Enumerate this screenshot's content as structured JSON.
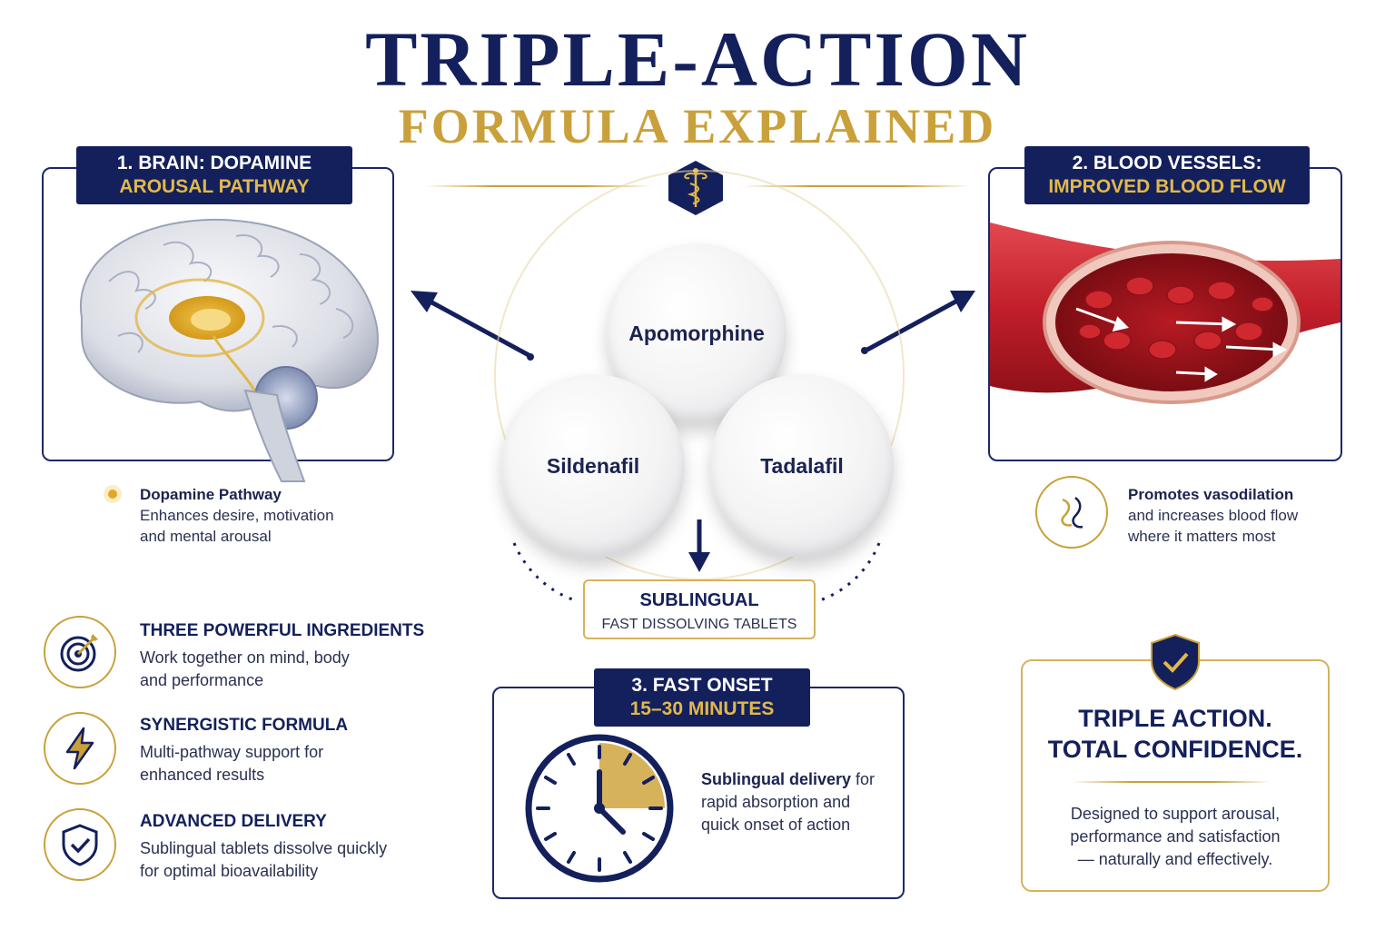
{
  "header": {
    "title": "TRIPLE-ACTION",
    "subtitle": "FORMULA EXPLAINED"
  },
  "brain": {
    "label_line1": "1. BRAIN: DOPAMINE",
    "label_line2": "AROUSAL PATHWAY",
    "note_title": "Dopamine Pathway",
    "note_line1": "Enhances desire, motivation",
    "note_line2": "and mental arousal"
  },
  "blood": {
    "label_line1": "2. BLOOD VESSELS:",
    "label_line2": "IMPROVED BLOOD FLOW",
    "note_title": "Promotes vasodilation",
    "note_line1": "and increases blood flow",
    "note_line2": "where it matters most"
  },
  "pills": {
    "top": "Apomorphine",
    "left": "Sildenafil",
    "right": "Tadalafil"
  },
  "sublingual": {
    "title": "SUBLINGUAL",
    "subtitle": "FAST DISSOLVING TABLETS"
  },
  "features": [
    {
      "title": "THREE POWERFUL INGREDIENTS",
      "line1": "Work together on mind, body",
      "line2": "and performance",
      "icon": "target-icon"
    },
    {
      "title": "SYNERGISTIC FORMULA",
      "line1": "Multi-pathway support for",
      "line2": "enhanced results",
      "icon": "lightning-icon"
    },
    {
      "title": "ADVANCED DELIVERY",
      "line1": "Sublingual tablets dissolve quickly",
      "line2": "for optimal bioavailability",
      "icon": "shield-check-icon"
    }
  ],
  "onset": {
    "label_line1": "3. FAST ONSET",
    "label_line2": "15–30 MINUTES",
    "desc_bold": "Sublingual delivery",
    "desc_rest1": " for",
    "desc_line2": "rapid absorption and",
    "desc_line3": "quick onset of action"
  },
  "confidence": {
    "line1": "TRIPLE ACTION.",
    "line2": "TOTAL CONFIDENCE.",
    "desc1": "Designed to support arousal,",
    "desc2": "performance and satisfaction",
    "desc3": "— naturally and effectively."
  },
  "colors": {
    "navy": "#14205c",
    "gold": "#c9a03a",
    "blood_red": "#c21f2a"
  }
}
